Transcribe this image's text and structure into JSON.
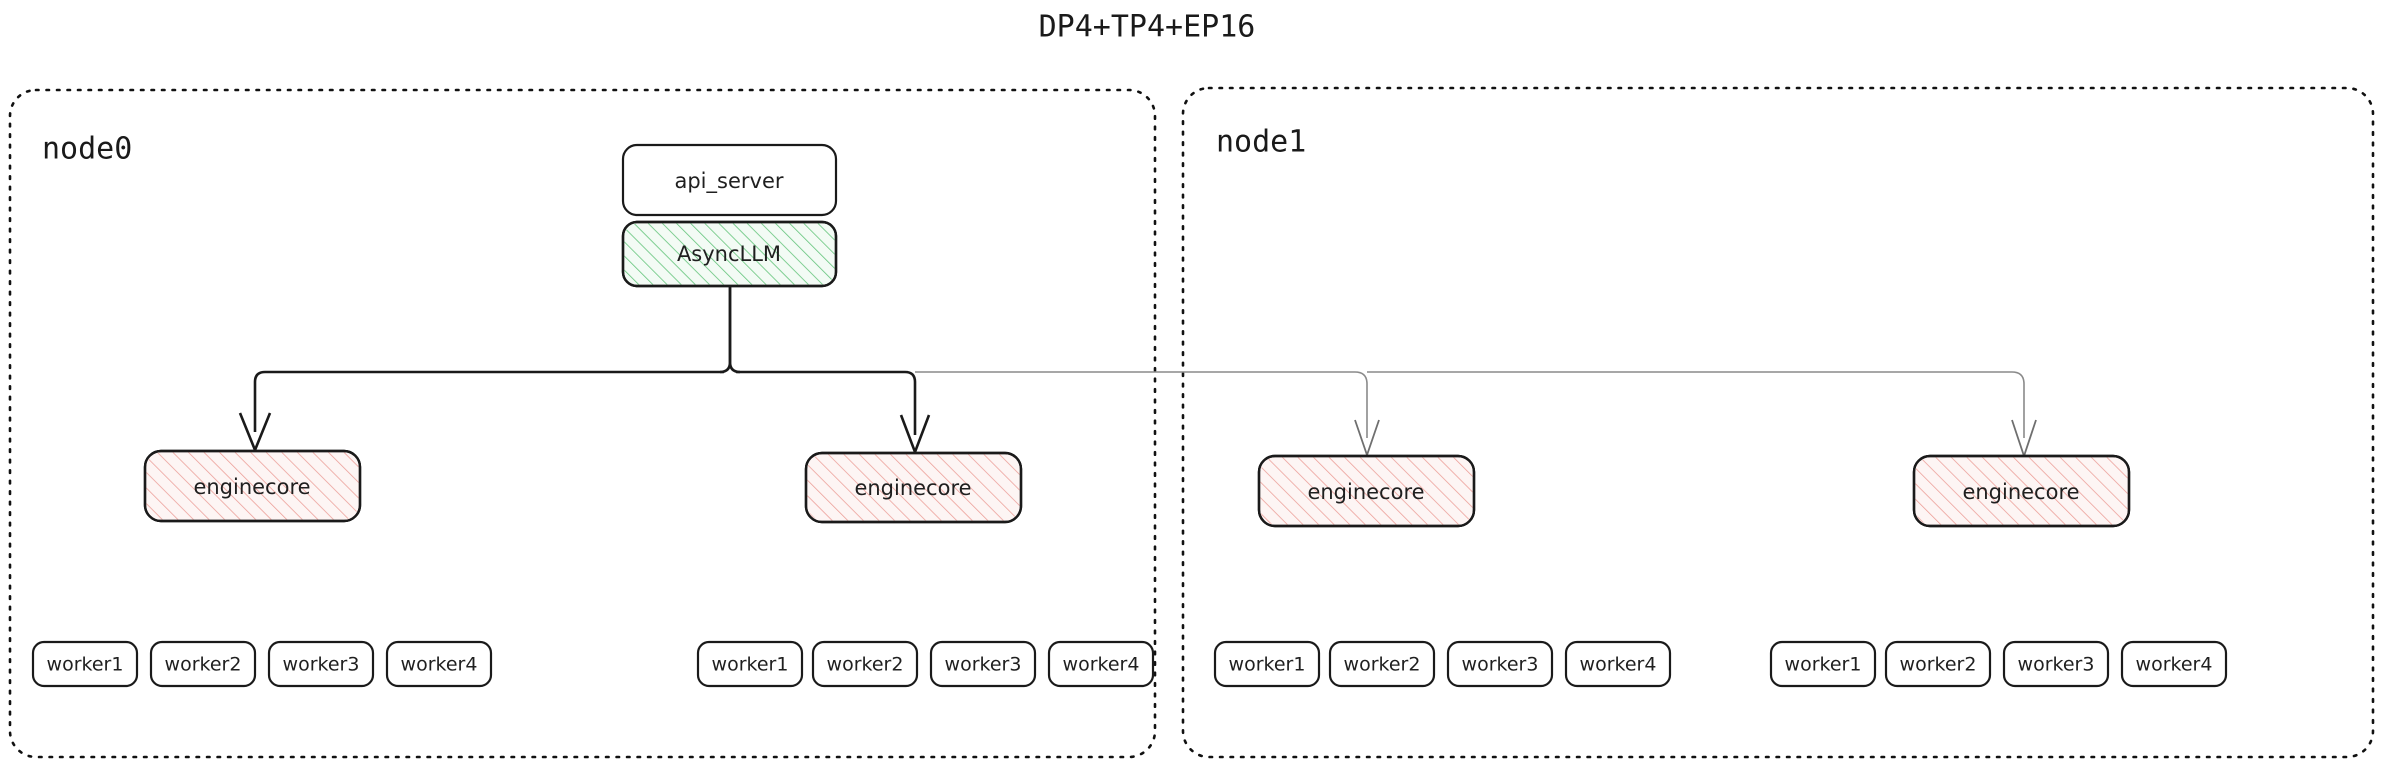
{
  "title": "DP4+TP4+EP16",
  "colors": {
    "background": "#ffffff",
    "stroke_dark": "#1a1a1a",
    "stroke_light": "#8a8a8a",
    "green_hatch": "#57bb6e",
    "green_fill": "#f2fbf4",
    "red_hatch": "#e8938d",
    "red_fill": "#fdf4f3"
  },
  "nodes": [
    {
      "label": "node0",
      "api_server": "api_server",
      "async_llm": "AsyncLLM",
      "enginecores": [
        {
          "label": "enginecore",
          "workers": [
            "worker1",
            "worker2",
            "worker3",
            "worker4"
          ]
        },
        {
          "label": "enginecore",
          "workers": [
            "worker1",
            "worker2",
            "worker3",
            "worker4"
          ]
        }
      ]
    },
    {
      "label": "node1",
      "enginecores": [
        {
          "label": "enginecore",
          "workers": [
            "worker1",
            "worker2",
            "worker3",
            "worker4"
          ]
        },
        {
          "label": "enginecore",
          "workers": [
            "worker1",
            "worker2",
            "worker3",
            "worker4"
          ]
        }
      ]
    }
  ]
}
